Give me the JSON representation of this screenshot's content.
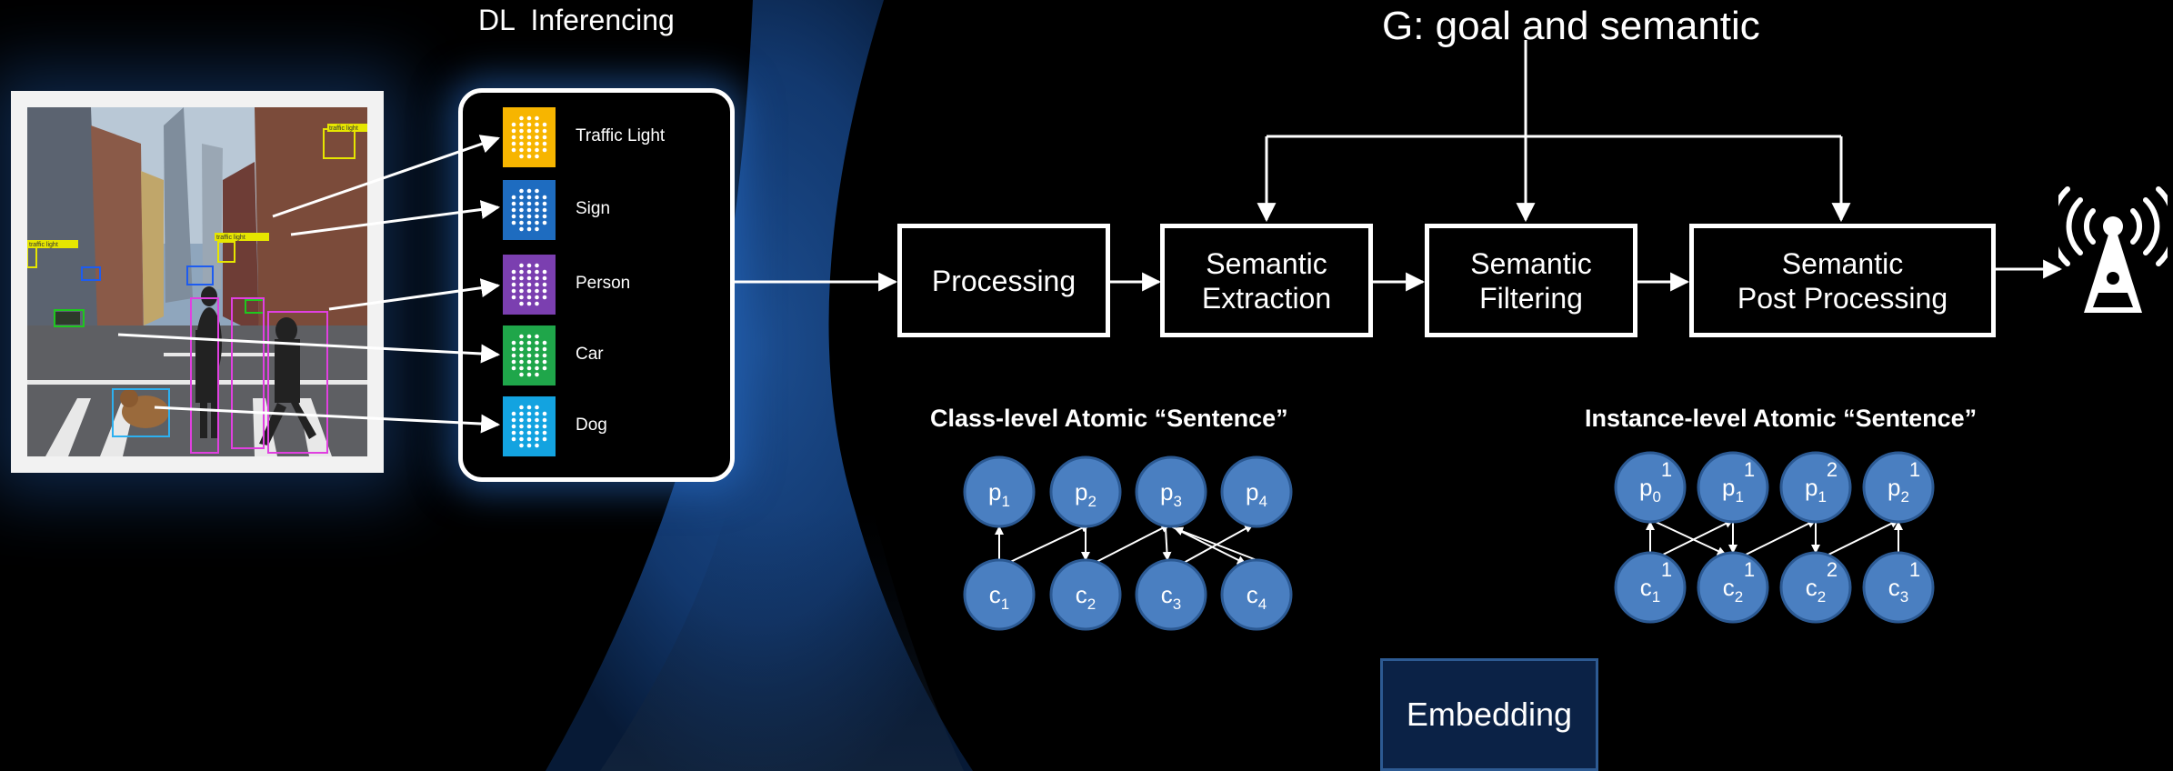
{
  "titles": {
    "dl_inferencing": "DL  Inferencing",
    "goal": "G: goal and semantic"
  },
  "detections": [
    {
      "label": "Traffic Light",
      "color": "#f7b500"
    },
    {
      "label": "Sign",
      "color": "#1e6cc0"
    },
    {
      "label": "Person",
      "color": "#7b3fb0"
    },
    {
      "label": "Car",
      "color": "#1fa64a"
    },
    {
      "label": "Dog",
      "color": "#13a3e0"
    }
  ],
  "photo_tags": {
    "traffic_light_1": "traffic light",
    "traffic_light_2": "traffic light",
    "traffic_light_3": "traffic light"
  },
  "pipeline": {
    "processing": "Processing",
    "extraction_line1": "Semantic",
    "extraction_line2": "Extraction",
    "filtering_line1": "Semantic",
    "filtering_line2": "Filtering",
    "post_line1": "Semantic",
    "post_line2": "Post Processing"
  },
  "class_level": {
    "title": "Class-level Atomic “Sentence”",
    "p_nodes": [
      {
        "base": "p",
        "sub": "1"
      },
      {
        "base": "p",
        "sub": "2"
      },
      {
        "base": "p",
        "sub": "3"
      },
      {
        "base": "p",
        "sub": "4"
      }
    ],
    "c_nodes": [
      {
        "base": "c",
        "sub": "1"
      },
      {
        "base": "c",
        "sub": "2"
      },
      {
        "base": "c",
        "sub": "3"
      },
      {
        "base": "c",
        "sub": "4"
      }
    ]
  },
  "instance_level": {
    "title": "Instance-level Atomic “Sentence”",
    "p_nodes": [
      {
        "base": "p",
        "sub": "0",
        "sup": "1"
      },
      {
        "base": "p",
        "sub": "1",
        "sup": "1"
      },
      {
        "base": "p",
        "sub": "1",
        "sup": "2"
      },
      {
        "base": "p",
        "sub": "2",
        "sup": "1"
      }
    ],
    "c_nodes": [
      {
        "base": "c",
        "sub": "1",
        "sup": "1"
      },
      {
        "base": "c",
        "sub": "2",
        "sup": "1"
      },
      {
        "base": "c",
        "sub": "2",
        "sup": "2"
      },
      {
        "base": "c",
        "sub": "3",
        "sup": "1"
      }
    ]
  },
  "embedding": "Embedding",
  "icons": {
    "tower": "radio-tower-icon",
    "class_icon": "neural-network-icon"
  },
  "colors": {
    "node_fill": "#4a7fc1",
    "node_stroke": "#2c5a94",
    "embed_bg": "#0b2246"
  }
}
